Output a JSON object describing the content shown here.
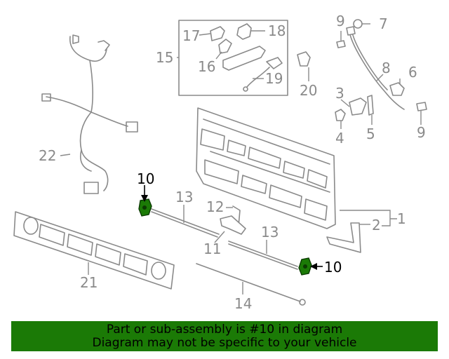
{
  "callouts": {
    "c1": "1",
    "c2": "2",
    "c3": "3",
    "c4": "4",
    "c5": "5",
    "c6": "6",
    "c7": "7",
    "c8": "8",
    "c9a": "9",
    "c9b": "9",
    "c10a": "10",
    "c10b": "10",
    "c11": "11",
    "c12": "12",
    "c13a": "13",
    "c13b": "13",
    "c14": "14",
    "c15": "15",
    "c16": "16",
    "c17": "17",
    "c18": "18",
    "c19": "19",
    "c20": "20",
    "c21": "21",
    "c22": "22"
  },
  "highlight_color": "#1b7a06",
  "banner": {
    "line1": "Part or sub-assembly is #10 in diagram",
    "line2": "Diagram may not be specific to your vehicle"
  }
}
